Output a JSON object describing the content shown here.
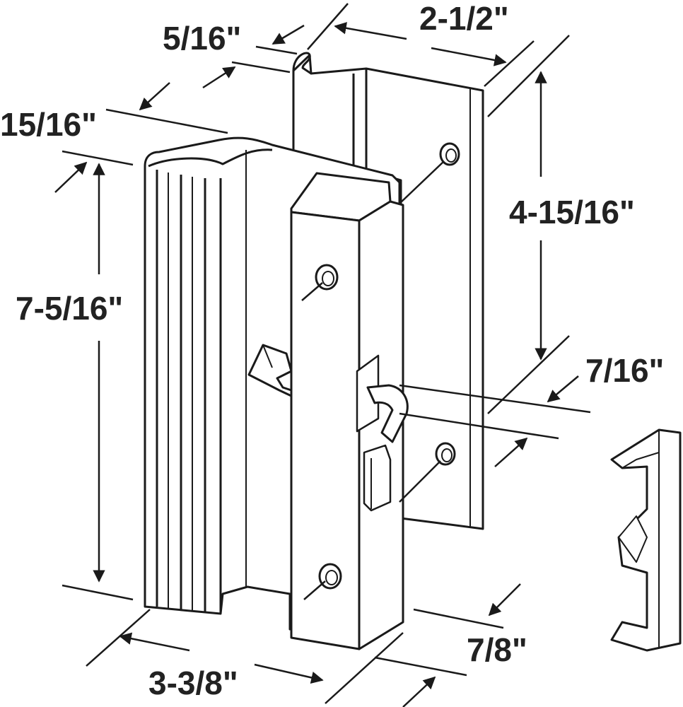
{
  "colors": {
    "ink": "#1a1a1a",
    "text": "#222222",
    "background": "#ffffff"
  },
  "dimensions": {
    "a": "5/16\"",
    "b": "2-1/2\"",
    "c": "15/16\"",
    "d": "4-15/16\"",
    "e": "7-5/16\"",
    "f": "7/16\"",
    "g": "7/8\"",
    "h": "3-3/8\""
  }
}
